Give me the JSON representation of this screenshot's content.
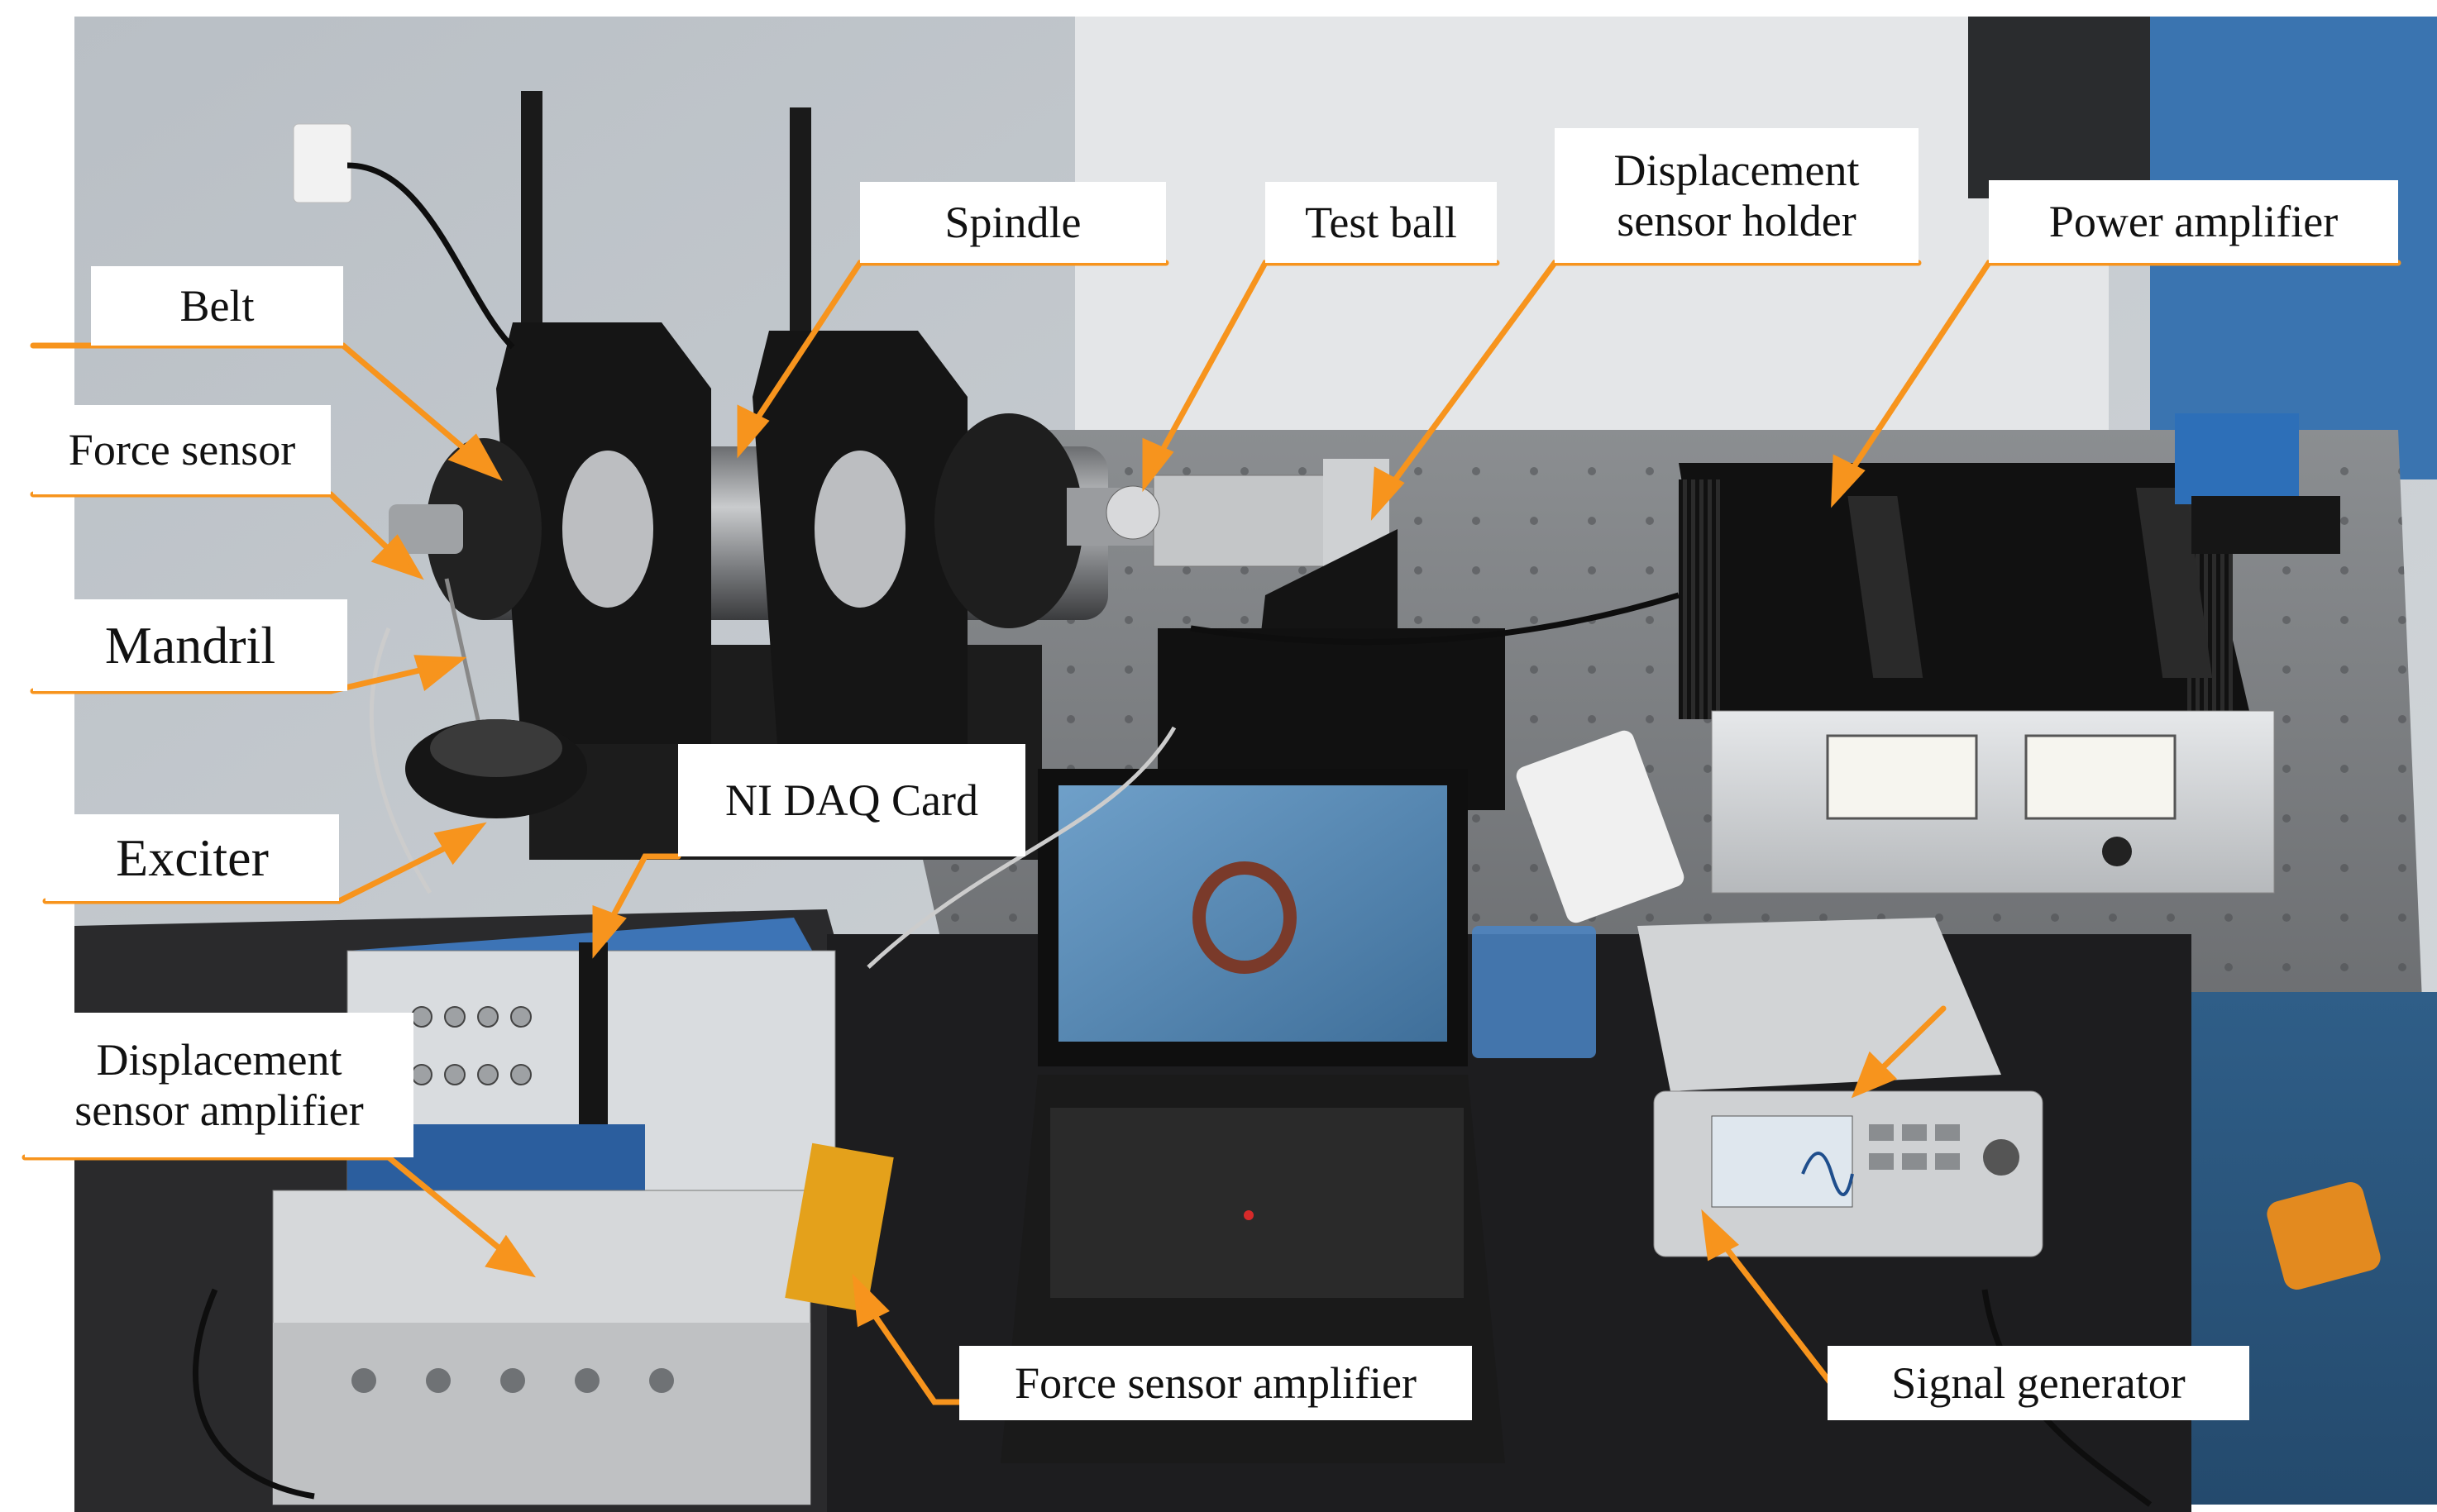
{
  "figure": {
    "description_colors": {
      "leader_line": "#f7941d",
      "label_background": "#ffffff",
      "label_text": "#111111"
    },
    "labels": {
      "belt": "Belt",
      "force_sensor": "Force sensor",
      "mandril": "Mandril",
      "exciter": "Exciter",
      "ni_daq_card": "NI DAQ Card",
      "displacement_sensor_amplifier": "Displacement\nsensor amplifier",
      "spindle": "Spindle",
      "test_ball": "Test ball",
      "displacement_sensor_holder": "Displacement\nsensor holder",
      "power_amplifier": "Power amplifier",
      "force_sensor_amplifier": "Force sensor amplifier",
      "signal_generator": "Signal generator"
    }
  }
}
